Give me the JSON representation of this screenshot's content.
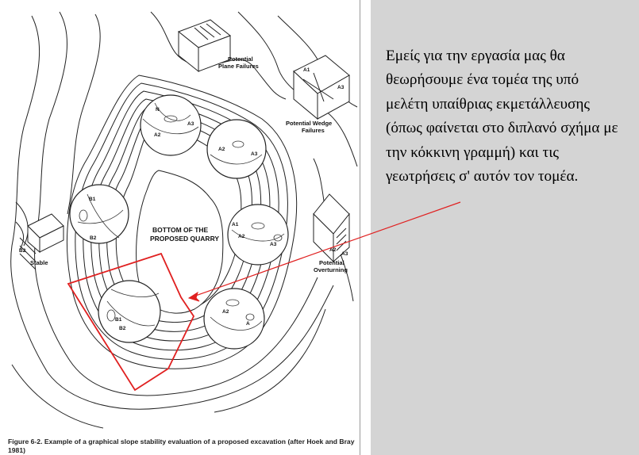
{
  "figure": {
    "caption": "Figure 6-2.  Example of a graphical slope stability evaluation of a proposed excavation (after Hoek and Bray 1981)",
    "center_label_line1": "BOTTOM OF THE",
    "center_label_line2": "PROPOSED QUARRY",
    "labels": {
      "plane_line1": "Potential",
      "plane_line2": "Plane Failures",
      "wedge_line1": "Potential Wedge",
      "wedge_line2": "Failures",
      "overturning_line1": "Potential",
      "overturning_line2": "Overturning",
      "stable": "Stable",
      "b2": "B2"
    },
    "annotation_color": "#e02020"
  },
  "note": {
    "text": "Εμείς για την εργασία μας θα θεωρήσουμε ένα τομέα της υπό μελέτη υπαίθριας εκμετάλλευσης (όπως φαίνεται στο διπλανό σχήμα με την κόκκινη γραμμή) και τις γεωτρήσεις σ' αυτόν τον τομέα."
  },
  "colors": {
    "side_panel": "#d4d4d4",
    "line": "#222222"
  }
}
